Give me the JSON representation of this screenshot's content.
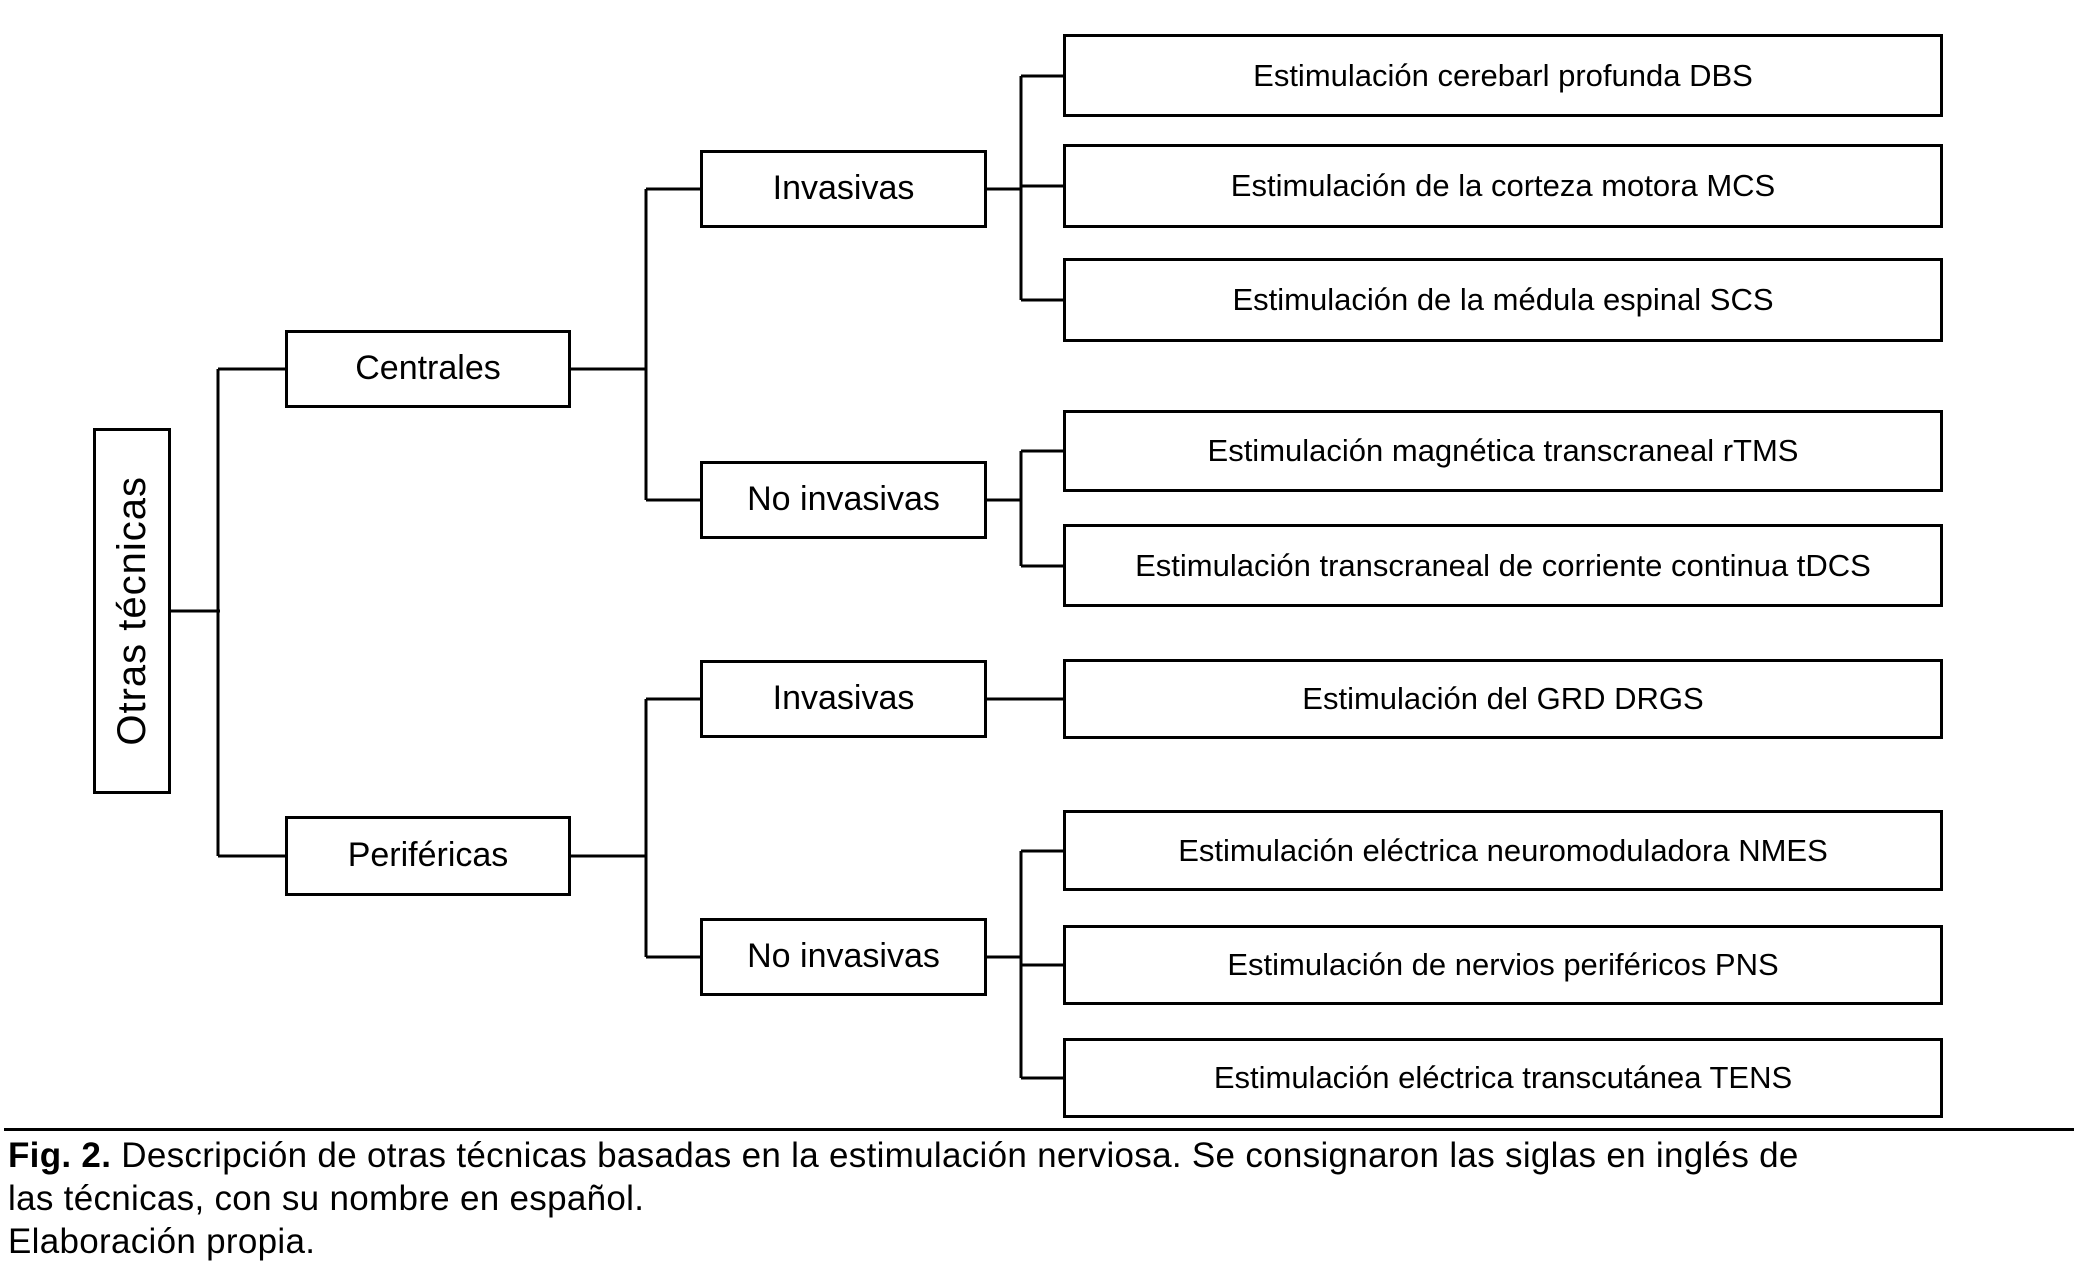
{
  "colors": {
    "line": "#000000",
    "text": "#000000",
    "background": "#ffffff"
  },
  "tree": {
    "label": "Otras técnicas",
    "children": [
      {
        "label": "Centrales",
        "children": [
          {
            "label": "Invasivas",
            "children": [
              {
                "label": "Estimulación cerebarl profunda DBS"
              },
              {
                "label": "Estimulación de la corteza motora MCS"
              },
              {
                "label": "Estimulación de la médula espinal SCS"
              }
            ]
          },
          {
            "label": "No invasivas",
            "children": [
              {
                "label": "Estimulación magnética transcraneal rTMS"
              },
              {
                "label": "Estimulación transcraneal de corriente continua tDCS"
              }
            ]
          }
        ]
      },
      {
        "label": "Periféricas",
        "children": [
          {
            "label": "Invasivas",
            "children": [
              {
                "label": "Estimulación del GRD DRGS"
              }
            ]
          },
          {
            "label": "No invasivas",
            "children": [
              {
                "label": "Estimulación eléctrica neuromoduladora NMES"
              },
              {
                "label": "Estimulación de nervios periféricos PNS"
              },
              {
                "label": "Estimulación eléctrica transcutánea TENS"
              }
            ]
          }
        ]
      }
    ]
  },
  "caption": {
    "fig_label": "Fig. 2.",
    "line1": " Descripción de otras técnicas basadas en la estimulación nerviosa. Se consignaron las siglas en inglés de",
    "line2": "las técnicas, con su nombre en español.",
    "line3": "Elaboración propia."
  }
}
